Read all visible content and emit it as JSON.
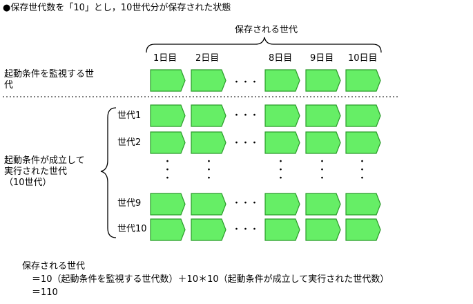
{
  "title": "●保存世代数を「10」とし，10世代分が保存された状態",
  "top_brace_label": "保存される世代",
  "days": [
    "1日目",
    "2日目",
    "8日目",
    "9日目",
    "10日目"
  ],
  "ellipsis": "・・・",
  "vdots": "・",
  "row_monitor_label": "起動条件を監視する世代",
  "executed_label_line1": "起動条件が成立して",
  "executed_label_line2": "実行された世代",
  "executed_label_line3": "（10世代）",
  "generations": [
    "世代1",
    "世代2",
    "世代9",
    "世代10"
  ],
  "formula": {
    "line1": "保存される世代",
    "line2": "＝10（起動条件を監視する世代数）＋10＊10（起動条件が成立して実行された世代数）",
    "line3": "＝110"
  },
  "colors": {
    "box_fill": "#66ee66",
    "box_stroke": "#2b9a2b"
  }
}
